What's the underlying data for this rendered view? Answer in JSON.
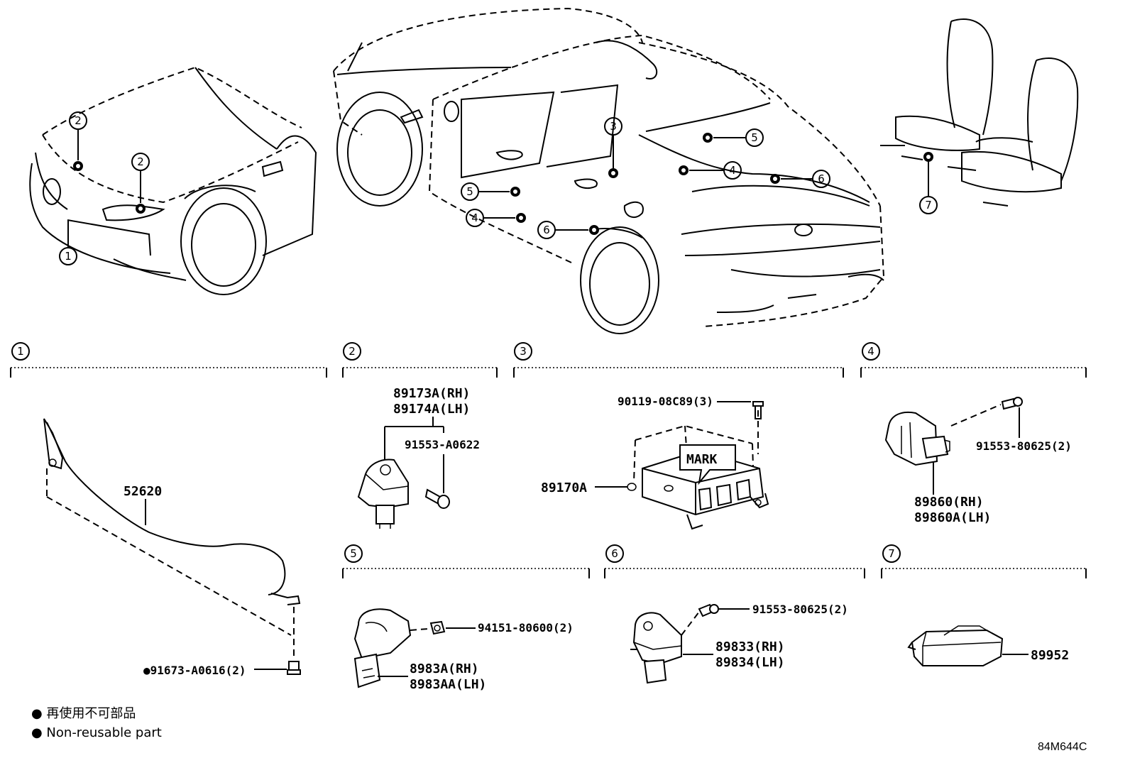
{
  "callouts": {
    "c1": "1",
    "c2": "2",
    "c3": "3",
    "c4": "4",
    "c5": "5",
    "c6": "6",
    "c7": "7"
  },
  "sections": [
    {
      "num": "1"
    },
    {
      "num": "2"
    },
    {
      "num": "3"
    },
    {
      "num": "4"
    },
    {
      "num": "5"
    },
    {
      "num": "6"
    },
    {
      "num": "7"
    }
  ],
  "parts": {
    "s1_sensor_wire": "52620",
    "s1_clip": "●91673-A0616(2)",
    "s2_rh": "89173A(RH)",
    "s2_lh": "89174A(LH)",
    "s2_bolt": "91553-A0622",
    "s3_bolt": "90119-08C89(3)",
    "s3_ecu": "89170A",
    "s3_mark": "MARK",
    "s4_bolt": "91553-80625(2)",
    "s4_rh": "89860(RH)",
    "s4_lh": "89860A(LH)",
    "s5_nut": "94151-80600(2)",
    "s5_rh": "8983A(RH)",
    "s5_lh": "8983AA(LH)",
    "s6_bolt": "91553-80625(2)",
    "s6_rh": "89833(RH)",
    "s6_lh": "89834(LH)",
    "s7_sensor": "89952"
  },
  "legend": {
    "jp": "● 再使用不可部品",
    "en": "● Non-reusable part"
  },
  "diagram_code": "84M644C"
}
